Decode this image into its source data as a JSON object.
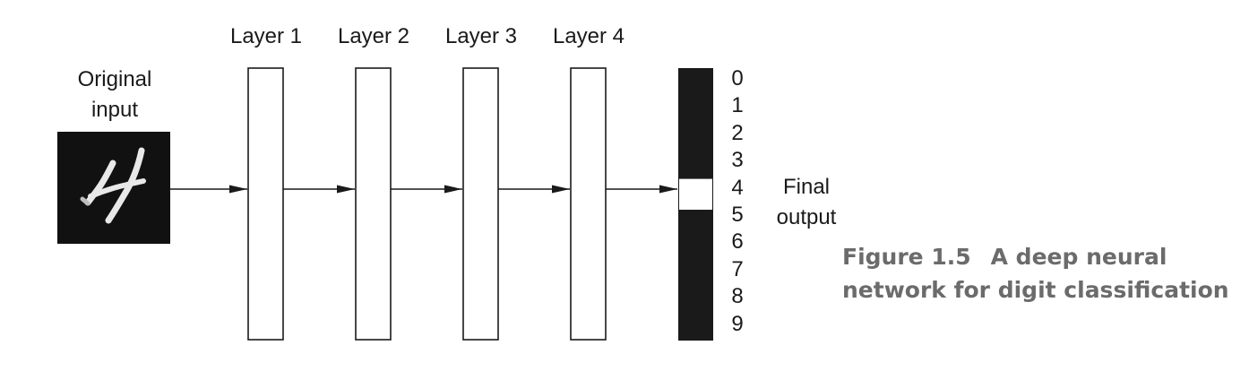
{
  "input": {
    "label_line1": "Original",
    "label_line2": "input",
    "digit_glyph": "4"
  },
  "layers": [
    {
      "label": "Layer 1"
    },
    {
      "label": "Layer 2"
    },
    {
      "label": "Layer 3"
    },
    {
      "label": "Layer 4"
    }
  ],
  "output": {
    "classes": [
      "0",
      "1",
      "2",
      "3",
      "4",
      "5",
      "6",
      "7",
      "8",
      "9"
    ],
    "active_index": 4,
    "label_line1": "Final",
    "label_line2": "output"
  },
  "caption": {
    "figure_number": "Figure 1.5",
    "text_line1": "A deep neural",
    "text_line2": "network for digit classification"
  },
  "colors": {
    "ink": "#1a1a1a",
    "caption": "#6b6b6b",
    "input_background": "#111111",
    "output_bar": "#1a1a1a",
    "active_cell": "#ffffff"
  }
}
